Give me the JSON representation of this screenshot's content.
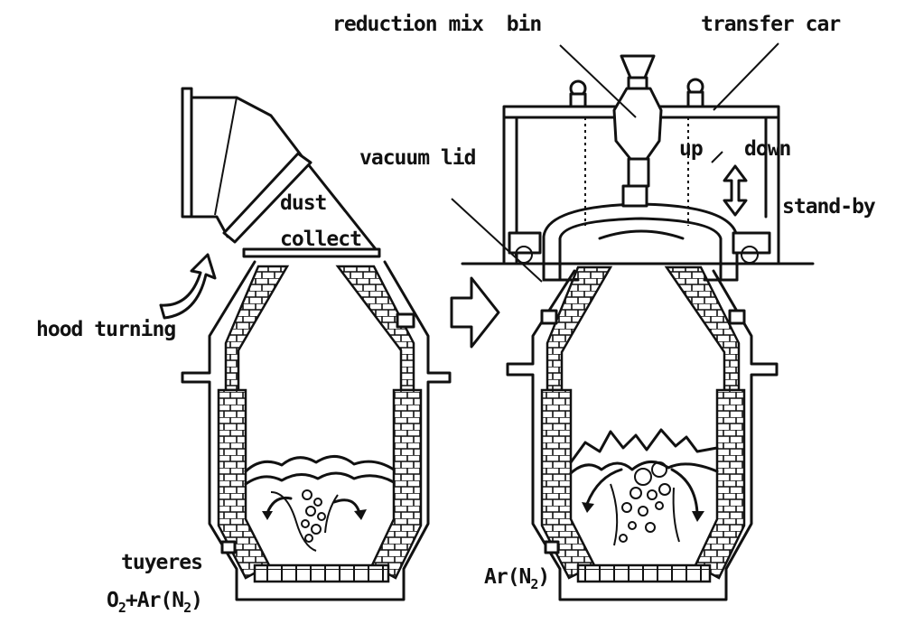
{
  "labels": {
    "reduction_mix_bin": "reduction mix  bin",
    "transfer_car": "transfer car",
    "vacuum_lid": "vacuum lid",
    "up": "up",
    "down": "down",
    "stand_by": "stand-by",
    "dust": "dust",
    "collect": "collect",
    "hood_turning": "hood turning",
    "tuyeres": "tuyeres",
    "o2_main": "O",
    "o2_sub": "2",
    "o2_rest": "+Ar(N",
    "o2_sub2": "2",
    "o2_close": ")",
    "ar_main": "Ar(N",
    "ar_sub": "2",
    "ar_close": ")"
  }
}
